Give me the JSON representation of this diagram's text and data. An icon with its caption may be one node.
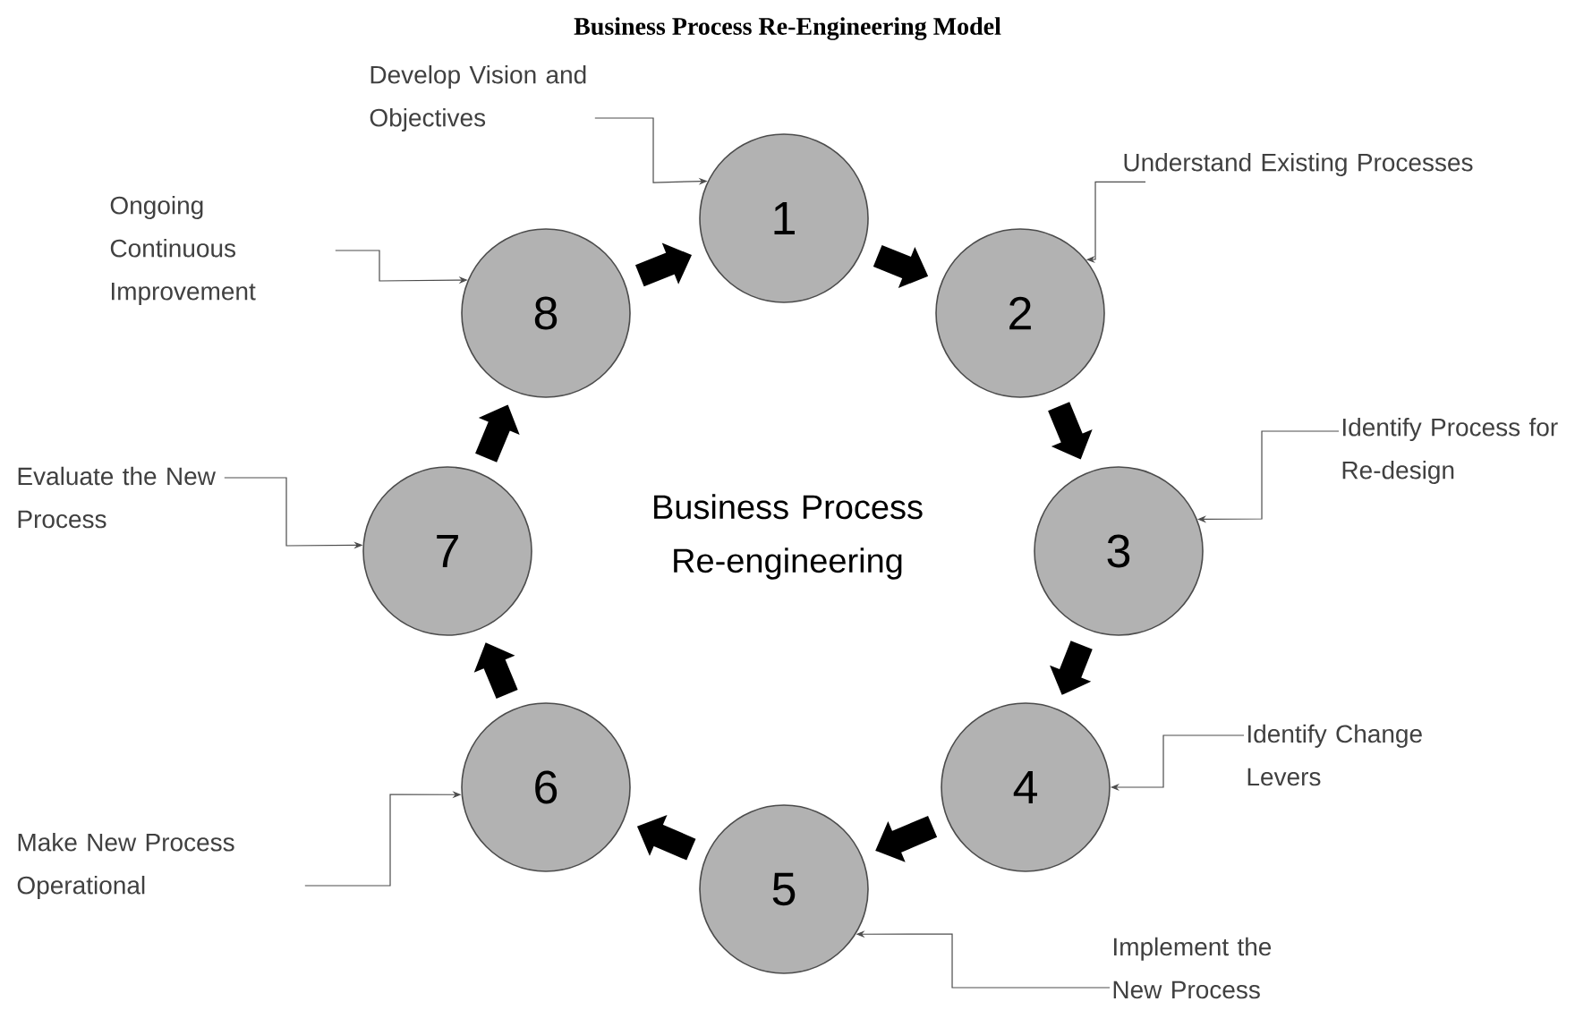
{
  "diagram": {
    "title": "Business Process Re-Engineering Model",
    "nodes": [
      {
        "text": [
          "1"
        ]
      },
      {
        "text": [
          "2"
        ]
      },
      {
        "text": [
          "3"
        ]
      },
      {
        "text": [
          "4"
        ]
      },
      {
        "text": [
          "5"
        ]
      },
      {
        "text": [
          "6"
        ]
      },
      {
        "text": [
          "7"
        ]
      },
      {
        "text": [
          "8"
        ]
      },
      {
        "text": [
          "Develop Vision and Objectives"
        ]
      },
      {
        "text": [
          "Understand Existing Processes"
        ]
      },
      {
        "text": [
          "Identify Process for Re-design"
        ]
      },
      {
        "text": [
          "Identify Change Levers"
        ]
      },
      {
        "text": [
          "Implement the New Process"
        ]
      },
      {
        "text": [
          "Make New Process Operational"
        ]
      },
      {
        "text": [
          "Evaluate the New Process"
        ]
      },
      {
        "text": [
          "Ongoing Continuous Improvement"
        ]
      }
    ],
    "edges": [
      {
        "from": 0,
        "to": 1,
        "arrow": "to",
        "style": "thick"
      },
      {
        "from": 1,
        "to": 2,
        "arrow": "to",
        "style": "thick"
      },
      {
        "from": 2,
        "to": 3,
        "arrow": "to",
        "style": "thick"
      },
      {
        "from": 3,
        "to": 4,
        "arrow": "to",
        "style": "thick"
      },
      {
        "from": 4,
        "to": 5,
        "arrow": "to",
        "style": "thick"
      },
      {
        "from": 5,
        "to": 6,
        "arrow": "to",
        "style": "thick"
      },
      {
        "from": 6,
        "to": 7,
        "arrow": "to",
        "style": "thick"
      },
      {
        "from": 7,
        "to": 0,
        "arrow": "to",
        "style": "thick"
      },
      {
        "from": 8,
        "to": 0,
        "arrow": "to"
      },
      {
        "from": 9,
        "to": 1,
        "arrow": "to"
      },
      {
        "from": 10,
        "to": 2,
        "arrow": "to"
      },
      {
        "from": 11,
        "to": 3,
        "arrow": "to"
      },
      {
        "from": 12,
        "to": 4,
        "arrow": "to"
      },
      {
        "from": 13,
        "to": 5,
        "arrow": "to"
      },
      {
        "from": 14,
        "to": 6,
        "arrow": "to"
      },
      {
        "from": 15,
        "to": 7,
        "arrow": "to"
      }
    ],
    "labels": [
      "Business Process Re-engineering"
    ]
  }
}
